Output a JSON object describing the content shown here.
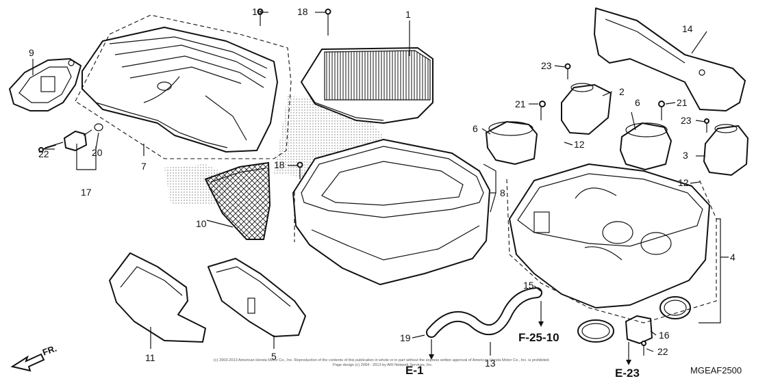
{
  "callouts": {
    "c1": "1",
    "c2": "2",
    "c3": "3",
    "c4": "4",
    "c5": "5",
    "c6a": "6",
    "c6b": "6",
    "c7": "7",
    "c8": "8",
    "c9": "9",
    "c10": "10",
    "c11": "11",
    "c12a": "12",
    "c12b": "12",
    "c13": "13",
    "c14": "14",
    "c15": "15",
    "c16": "16",
    "c17": "17",
    "c18a": "18",
    "c18b": "18",
    "c18c": "18",
    "c19": "19",
    "c20": "20",
    "c21a": "21",
    "c21b": "21",
    "c22a": "22",
    "c22b": "22",
    "c23a": "23",
    "c23b": "23"
  },
  "refs": {
    "f2510": "F-25-10",
    "e1": "E-1",
    "e23": "E-23"
  },
  "diagram_code": "MGEAF2500",
  "direction_label": "FR.",
  "copyright": {
    "line1": "(c) 2003-2013 American Honda Motor Co., Inc. Reproduction of the contents of this publication in whole or in part without the express written approval of American Honda Motor Co., Inc. is prohibited.",
    "line2": "Page design (c) 2004 - 2013 by ARI Network Services, Inc."
  }
}
